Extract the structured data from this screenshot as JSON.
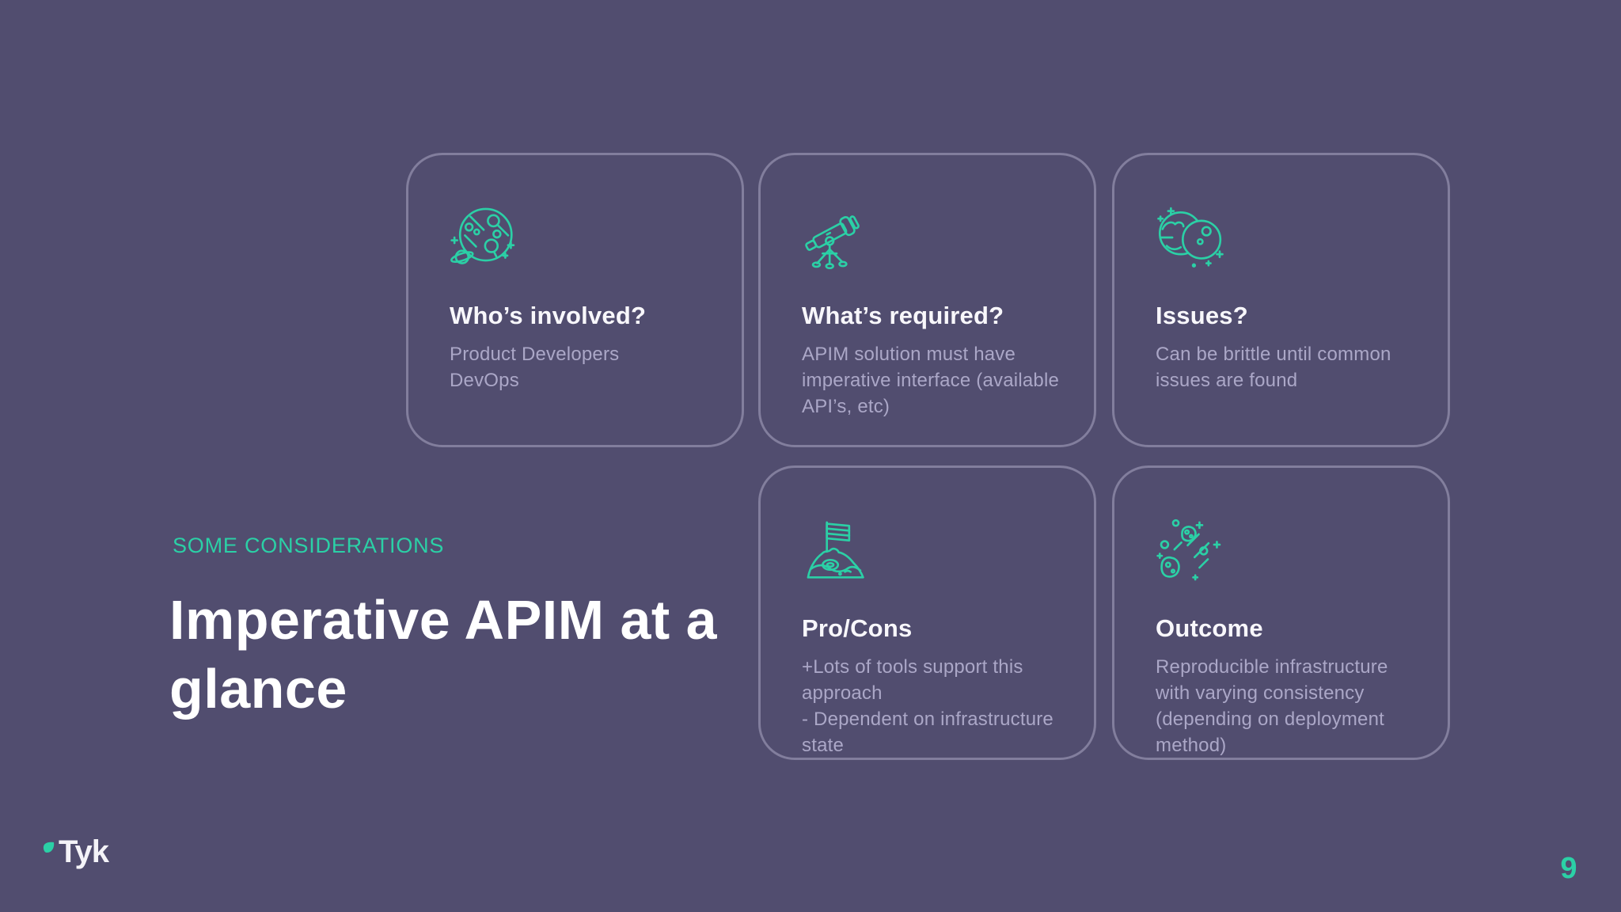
{
  "slide": {
    "eyebrow": "SOME CONSIDERATIONS",
    "title": "Imperative APIM at a\nglance",
    "page_number": "9",
    "logo_text": "Tyk"
  },
  "colors": {
    "background": "#514D6F",
    "accent": "#2BD0A6",
    "card_border": "#827E9D",
    "heading": "#F8F7FB",
    "body_text": "#ABA7C7"
  },
  "cards": [
    {
      "icon": "planet-circuit-icon",
      "title": "Who’s involved?",
      "body": "Product Developers\nDevOps"
    },
    {
      "icon": "telescope-icon",
      "title": "What’s required?",
      "body": "APIM solution must have\nimperative interface (available\nAPI’s, etc)"
    },
    {
      "icon": "planets-eclipse-icon",
      "title": "Issues?",
      "body": "Can be brittle until common\nissues are found"
    },
    {
      "icon": "flag-summit-icon",
      "title": "Pro/Cons",
      "body": "+Lots of tools support this\napproach\n- Dependent on infrastructure\nstate"
    },
    {
      "icon": "meteors-icon",
      "title": "Outcome",
      "body": "Reproducible infrastructure\nwith varying consistency\n(depending on deployment\nmethod)"
    }
  ]
}
